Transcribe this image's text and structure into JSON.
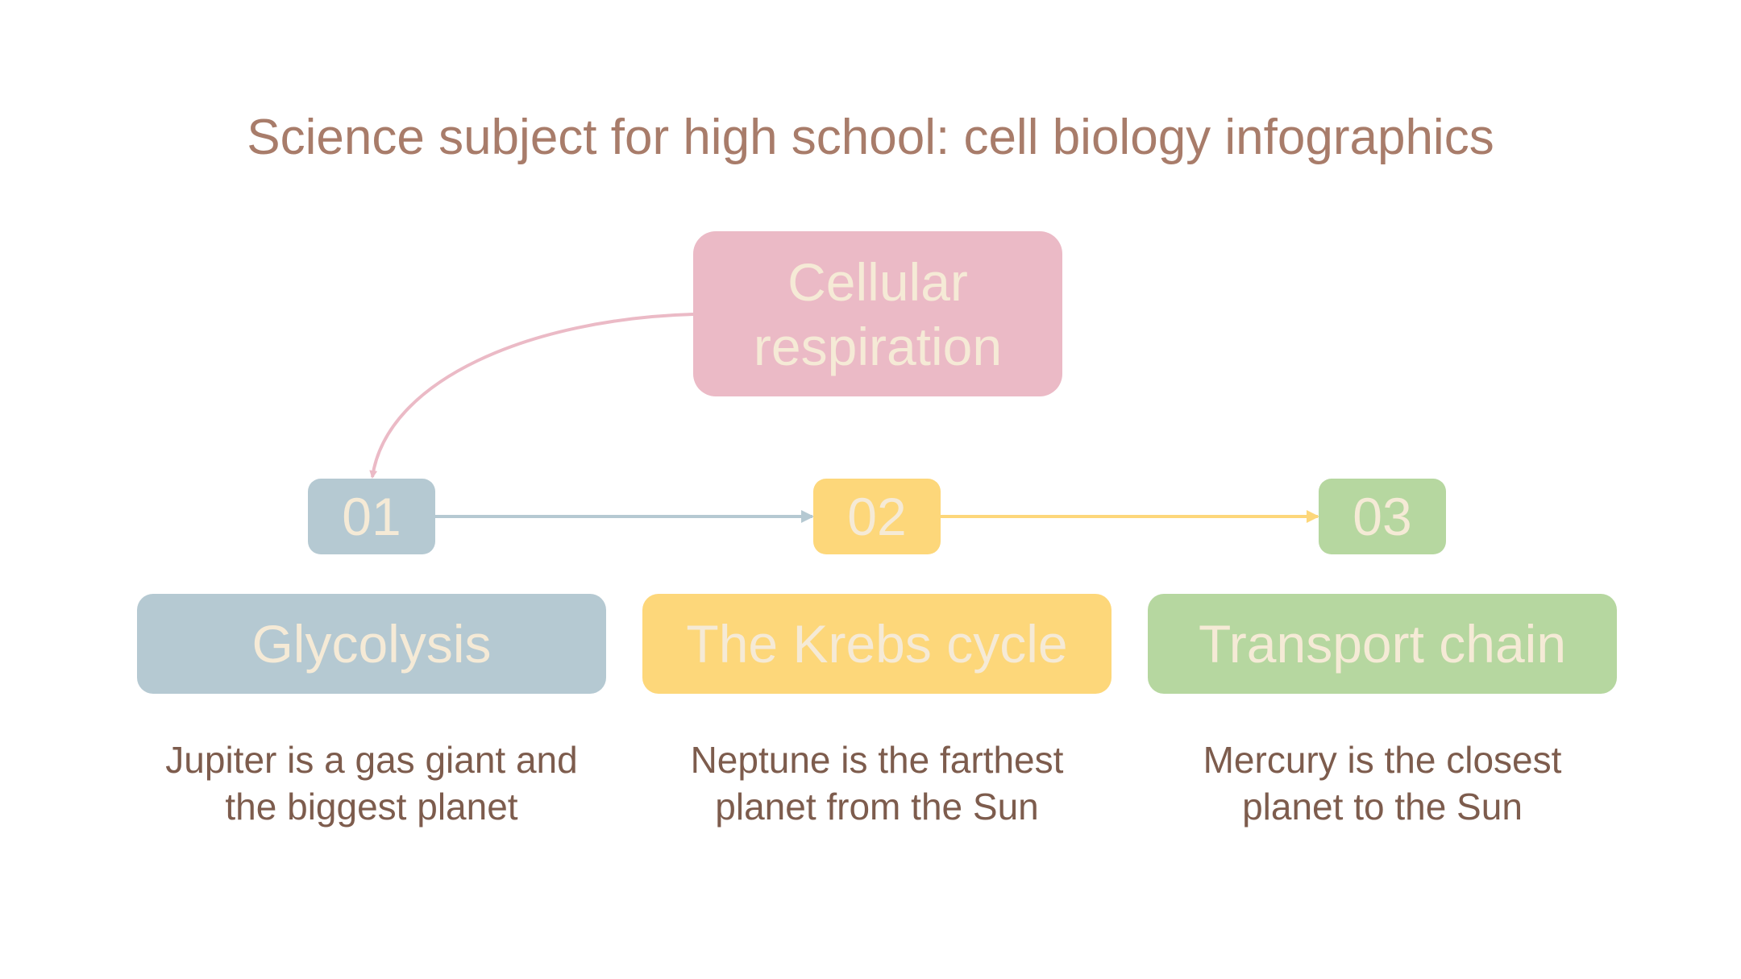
{
  "title": "Science subject for high school: cell biology infographics",
  "main": {
    "label": "Cellular respiration",
    "color": "#ebbac6"
  },
  "steps": [
    {
      "number": "01",
      "label": "Glycolysis",
      "description": "Jupiter is a gas giant and the biggest planet",
      "color": "#b5c9d2"
    },
    {
      "number": "02",
      "label": "The Krebs cycle",
      "description": "Neptune is the farthest planet from the Sun",
      "color": "#fdd77a"
    },
    {
      "number": "03",
      "label": "Transport chain",
      "description": "Mercury is the closest planet to the Sun",
      "color": "#b6d7a0"
    }
  ],
  "colors": {
    "title_text": "#a87c6a",
    "box_text": "#f5ead6",
    "description_text": "#7d5c4d"
  }
}
